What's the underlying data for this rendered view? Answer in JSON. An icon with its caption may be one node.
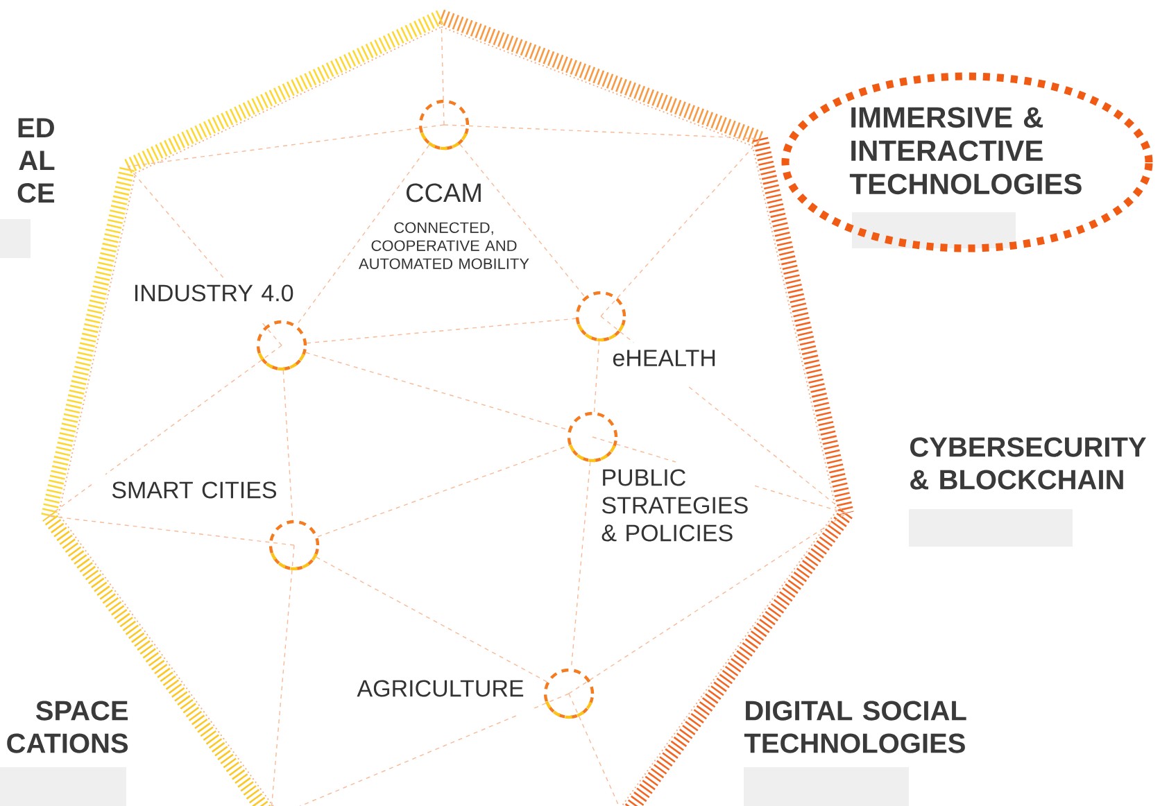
{
  "diagram": {
    "nodes": [
      {
        "text": [
          "CCAM",
          "CONNECTED, COOPERATIVE AND AUTOMATED MOBILITY"
        ]
      },
      {
        "text": [
          "INDUSTRY 4.0"
        ]
      },
      {
        "text": [
          "eHEALTH"
        ]
      },
      {
        "text": [
          "PUBLIC STRATEGIES & POLICIES"
        ]
      },
      {
        "text": [
          "SMART CITIES"
        ]
      },
      {
        "text": [
          "AGRICULTURE"
        ]
      },
      {
        "text": [
          "IMMERSIVE & INTERACTIVE TECHNOLOGIES"
        ]
      }
    ],
    "edges": [
      {
        "from": 0,
        "to": 1,
        "arrow": "none",
        "style": "dashed"
      },
      {
        "from": 0,
        "to": 2,
        "arrow": "none",
        "style": "dashed"
      },
      {
        "from": 1,
        "to": 2,
        "arrow": "none",
        "style": "dashed"
      },
      {
        "from": 1,
        "to": 3,
        "arrow": "none",
        "style": "dashed"
      },
      {
        "from": 1,
        "to": 4,
        "arrow": "none",
        "style": "dashed"
      },
      {
        "from": 2,
        "to": 3,
        "arrow": "none",
        "style": "dashed"
      },
      {
        "from": 4,
        "to": 3,
        "arrow": "none",
        "style": "dashed"
      },
      {
        "from": 4,
        "to": 5,
        "arrow": "none",
        "style": "dashed"
      },
      {
        "from": 3,
        "to": 5,
        "arrow": "none",
        "style": "dashed"
      }
    ],
    "labels": [
      "ED AL CE",
      "CYBERSECURITY & BLOCKCHAIN",
      "SPACE CATIONS",
      "DIGITAL SOCIAL TECHNOLOGIES"
    ]
  }
}
